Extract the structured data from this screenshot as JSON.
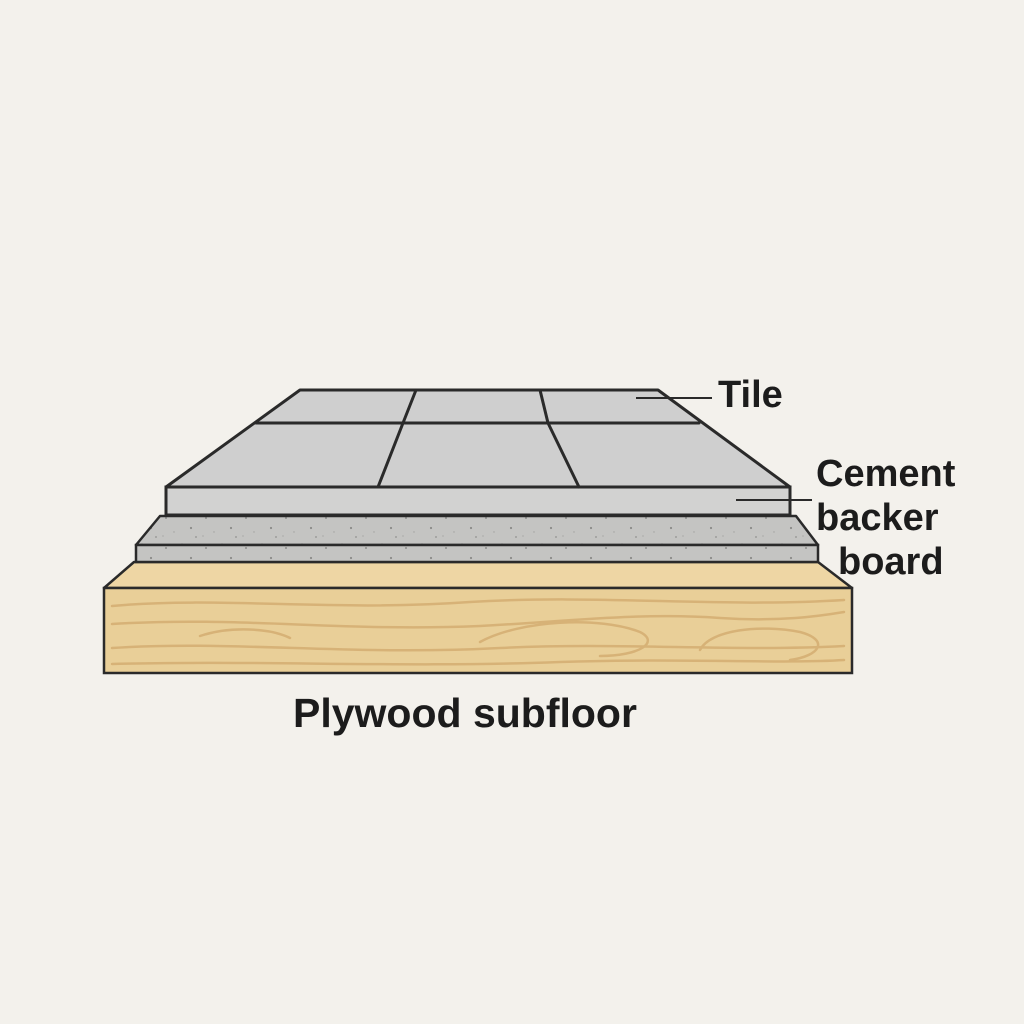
{
  "labels": {
    "tile": "Tile",
    "cement_line1": "Cement",
    "cement_line2": "backer",
    "cement_line3": "board",
    "plywood": "Plywood subfloor"
  }
}
